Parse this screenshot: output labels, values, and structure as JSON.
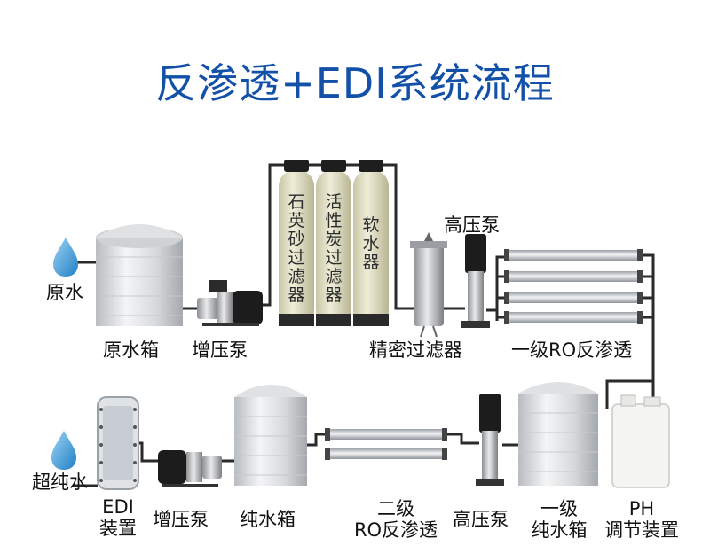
{
  "title": "反渗透+EDI系统流程",
  "filters": {
    "sand": "石英砂过滤器",
    "carbon": "活性炭过滤器",
    "softener": "软水器"
  },
  "labels": {
    "raw_water": "原水",
    "raw_tank": "原水箱",
    "booster_pump_1": "增压泵",
    "precision_filter": "精密过滤器",
    "hp_pump_1": "高压泵",
    "ro1": "一级RO反渗透",
    "ultrapure_water": "超纯水",
    "edi_line1": "EDI",
    "edi_line2": "装置",
    "booster_pump_2": "增压泵",
    "pure_tank": "纯水箱",
    "ro2_line1": "二级",
    "ro2_line2": "RO反渗透",
    "hp_pump_2": "高压泵",
    "tank1_line1": "一级",
    "tank1_line2": "纯水箱",
    "ph_line1": "PH",
    "ph_line2": "调节装置"
  }
}
